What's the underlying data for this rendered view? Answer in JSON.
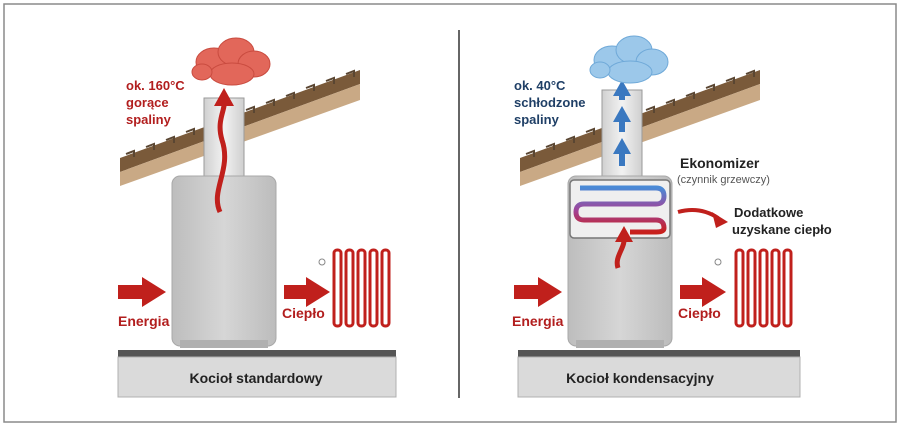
{
  "left_panel": {
    "exhaust_label": [
      "ok. 160°C",
      "gorące",
      "spaliny"
    ],
    "energy_label": "Energia",
    "heat_label": "Ciepło",
    "caption": "Kocioł standardowy"
  },
  "right_panel": {
    "exhaust_label": [
      "ok. 40°C",
      "schłodzone",
      "spaliny"
    ],
    "economizer_label": "Ekonomizer",
    "economizer_sublabel": "(czynnik grzewczy)",
    "extra_heat_label": [
      "Dodatkowe",
      "uzyskane ciepło"
    ],
    "energy_label": "Energia",
    "heat_label": "Ciepło",
    "caption": "Kocioł kondensacyjny"
  },
  "colors": {
    "hot": "#c0201c",
    "cold": "#3a78c0",
    "roof": "#c9a985",
    "tile": "#5a4632",
    "boiler": "#c8c8c8",
    "base": "#d9d9d9",
    "hot_cloud": "#e2675a",
    "cold_cloud": "#9cc8ea"
  }
}
